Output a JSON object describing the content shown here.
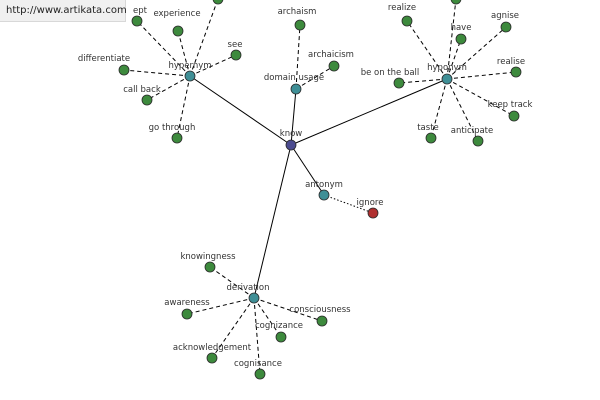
{
  "watermark": "http://www.artikata.com",
  "colors": {
    "center": "#4b4b8f",
    "hub": "#3f8f96",
    "leaf": "#3d8a3d",
    "antonym_leaf": "#b03030"
  },
  "nodes": [
    {
      "id": "know",
      "label": "know",
      "kind": "center"
    },
    {
      "id": "hypernym",
      "label": "hypernym",
      "kind": "hub"
    },
    {
      "id": "domain_usage",
      "label": "domain usage",
      "kind": "hub"
    },
    {
      "id": "hyponym",
      "label": "hyponym",
      "kind": "hub"
    },
    {
      "id": "antonym",
      "label": "antonym",
      "kind": "hub"
    },
    {
      "id": "derivation",
      "label": "derivation",
      "kind": "hub"
    },
    {
      "id": "accept",
      "label": "ept",
      "kind": "leaf"
    },
    {
      "id": "experience",
      "label": "experience",
      "kind": "leaf"
    },
    {
      "id": "top_hyper",
      "label": "",
      "kind": "leaf"
    },
    {
      "id": "differentiate",
      "label": "differentiate",
      "kind": "leaf"
    },
    {
      "id": "see",
      "label": "see",
      "kind": "leaf"
    },
    {
      "id": "call_back",
      "label": "call back",
      "kind": "leaf"
    },
    {
      "id": "go_through",
      "label": "go through",
      "kind": "leaf"
    },
    {
      "id": "archaism",
      "label": "archaism",
      "kind": "leaf"
    },
    {
      "id": "archaicism",
      "label": "archaicism",
      "kind": "leaf"
    },
    {
      "id": "realize",
      "label": "realize",
      "kind": "leaf"
    },
    {
      "id": "have",
      "label": "have",
      "kind": "leaf"
    },
    {
      "id": "agnise",
      "label": "agnise",
      "kind": "leaf"
    },
    {
      "id": "realise",
      "label": "realise",
      "kind": "leaf"
    },
    {
      "id": "keep_track",
      "label": "keep track",
      "kind": "leaf"
    },
    {
      "id": "anticipate",
      "label": "anticipate",
      "kind": "leaf"
    },
    {
      "id": "taste",
      "label": "taste",
      "kind": "leaf"
    },
    {
      "id": "be_on_the_ball",
      "label": "be on the ball",
      "kind": "leaf"
    },
    {
      "id": "top_hypo",
      "label": "",
      "kind": "leaf"
    },
    {
      "id": "ignore",
      "label": "ignore",
      "kind": "antonym_leaf"
    },
    {
      "id": "knowingness",
      "label": "knowingness",
      "kind": "leaf"
    },
    {
      "id": "awareness",
      "label": "awareness",
      "kind": "leaf"
    },
    {
      "id": "consciousness",
      "label": "consciousness",
      "kind": "leaf"
    },
    {
      "id": "cognizance",
      "label": "cognizance",
      "kind": "leaf"
    },
    {
      "id": "acknowledgement",
      "label": "acknowledgement",
      "kind": "leaf"
    },
    {
      "id": "cognisance",
      "label": "cognisance",
      "kind": "leaf"
    }
  ],
  "edges": [
    {
      "from": "know",
      "to": "hypernym",
      "style": "solid"
    },
    {
      "from": "know",
      "to": "domain_usage",
      "style": "solid"
    },
    {
      "from": "know",
      "to": "hyponym",
      "style": "solid"
    },
    {
      "from": "know",
      "to": "antonym",
      "style": "solid"
    },
    {
      "from": "know",
      "to": "derivation",
      "style": "solid"
    },
    {
      "from": "hypernym",
      "to": "accept",
      "style": "dashed"
    },
    {
      "from": "hypernym",
      "to": "experience",
      "style": "dashed"
    },
    {
      "from": "hypernym",
      "to": "top_hyper",
      "style": "dashed"
    },
    {
      "from": "hypernym",
      "to": "differentiate",
      "style": "dashed"
    },
    {
      "from": "hypernym",
      "to": "see",
      "style": "dashed"
    },
    {
      "from": "hypernym",
      "to": "call_back",
      "style": "dashed"
    },
    {
      "from": "hypernym",
      "to": "go_through",
      "style": "dashed"
    },
    {
      "from": "domain_usage",
      "to": "archaism",
      "style": "dashed"
    },
    {
      "from": "domain_usage",
      "to": "archaicism",
      "style": "dashed"
    },
    {
      "from": "hyponym",
      "to": "realize",
      "style": "dashed"
    },
    {
      "from": "hyponym",
      "to": "have",
      "style": "dashed"
    },
    {
      "from": "hyponym",
      "to": "agnise",
      "style": "dashed"
    },
    {
      "from": "hyponym",
      "to": "realise",
      "style": "dashed"
    },
    {
      "from": "hyponym",
      "to": "keep_track",
      "style": "dashed"
    },
    {
      "from": "hyponym",
      "to": "anticipate",
      "style": "dashed"
    },
    {
      "from": "hyponym",
      "to": "taste",
      "style": "dashed"
    },
    {
      "from": "hyponym",
      "to": "be_on_the_ball",
      "style": "dashed"
    },
    {
      "from": "hyponym",
      "to": "top_hypo",
      "style": "dashed"
    },
    {
      "from": "antonym",
      "to": "ignore",
      "style": "dotted"
    },
    {
      "from": "derivation",
      "to": "knowingness",
      "style": "dashed"
    },
    {
      "from": "derivation",
      "to": "awareness",
      "style": "dashed"
    },
    {
      "from": "derivation",
      "to": "consciousness",
      "style": "dashed"
    },
    {
      "from": "derivation",
      "to": "cognizance",
      "style": "dashed"
    },
    {
      "from": "derivation",
      "to": "acknowledgement",
      "style": "dashed"
    },
    {
      "from": "derivation",
      "to": "cognisance",
      "style": "dashed"
    }
  ]
}
